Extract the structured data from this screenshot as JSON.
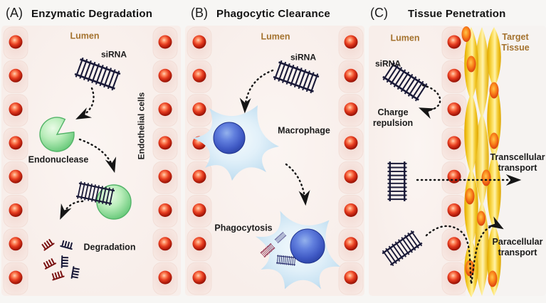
{
  "figure": {
    "panels": [
      {
        "letter": "(A)",
        "title": "Enzymatic Degradation",
        "labels": {
          "lumen": "Lumen",
          "sirna": "siRNA",
          "endothelial_cells": "Endothelial cells",
          "endonuclease": "Endonuclease",
          "degradation": "Degradation"
        }
      },
      {
        "letter": "(B)",
        "title": "Phagocytic Clearance",
        "labels": {
          "lumen": "Lumen",
          "sirna": "siRNA",
          "macrophage": "Macrophage",
          "phagocytosis": "Phagocytosis"
        }
      },
      {
        "letter": "(C)",
        "title": "Tissue Penetration",
        "labels": {
          "lumen": "Lumen",
          "target_tissue": "Target Tissue",
          "sirna": "siRNA",
          "charge_repulsion": "Charge repulsion",
          "transcellular_transport": "Transcellular transport",
          "paracellular_transport": "Paracellular transport"
        }
      }
    ],
    "colors": {
      "panel_background": "#f8eeea",
      "lumen_label_brown": "#a4722e",
      "endothelial_cell_pink": "#f5e2dc",
      "cell_nucleus_red": "#e63c20",
      "sirna_strand_navy": "#1a1a38",
      "endonuclease_green": "#5fc573",
      "macrophage_body_blue": "#c6e1f2",
      "macrophage_nucleus_blue": "#3f59c4",
      "tissue_yellow": "#f2c61e",
      "tissue_nucleus_orange": "#e85312",
      "fragment_dark_red": "#7a1212",
      "arrow_black": "#151515"
    }
  }
}
